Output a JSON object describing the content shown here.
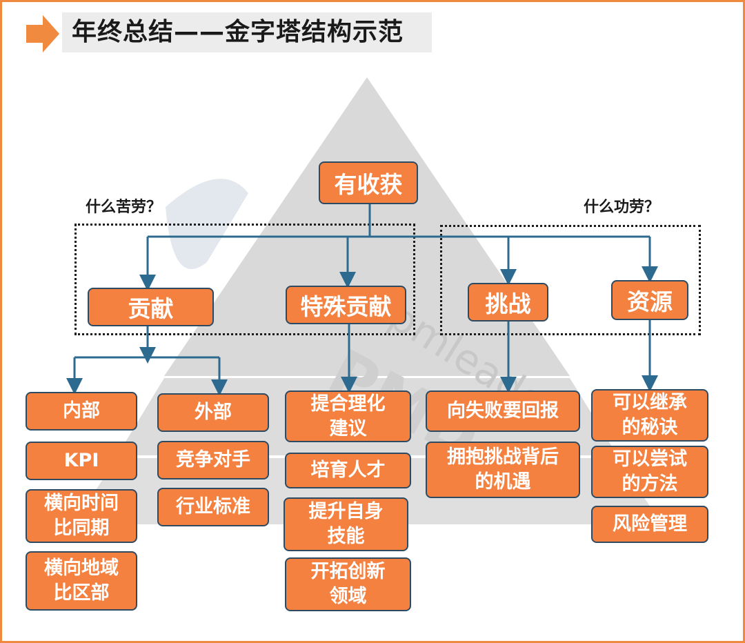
{
  "title": "年终总结——金字塔结构示范",
  "colors": {
    "box_fill": "#f4813f",
    "box_border": "#2d4a63",
    "connector": "#2d6a8f",
    "frame": "#f08a3e",
    "pyramid": "#d9d9d9"
  },
  "watermark": {
    "text_top": "pmleader",
    "text_bottom": "PMD"
  },
  "icons": {
    "title_arrow": "arrow-right-icon"
  },
  "top_node": "有收获",
  "left_question": "什么苦劳？",
  "right_question": "什么功劳？",
  "level2": {
    "contribution": "贡献",
    "special_contribution": "特殊贡献",
    "challenge": "挑战",
    "resources": "资源"
  },
  "contribution_children": {
    "internal": "内部",
    "external": "外部"
  },
  "internal_items": [
    "KPI",
    "横向时间比同期",
    "横向地域比区部"
  ],
  "internal_lines": [
    [
      "KPI"
    ],
    [
      "横向时间",
      "比同期"
    ],
    [
      "横向地域",
      "比区部"
    ]
  ],
  "external_items": [
    "竞争对手",
    "行业标准"
  ],
  "special_items": [
    "提合理化建议",
    "培育人才",
    "提升自身技能",
    "开拓创新领域"
  ],
  "special_lines": [
    [
      "提合理化",
      "建议"
    ],
    [
      "培育人才"
    ],
    [
      "提升自身",
      "技能"
    ],
    [
      "开拓创新",
      "领域"
    ]
  ],
  "challenge_items": [
    "向失败要回报",
    "拥抱挑战背后的机遇"
  ],
  "challenge_lines": [
    [
      "向失败要回报"
    ],
    [
      "拥抱挑战背后",
      "的机遇"
    ]
  ],
  "resource_items": [
    "可以继承的秘诀",
    "可以尝试的方法",
    "风险管理"
  ],
  "resource_lines": [
    [
      "可以继承",
      "的秘诀"
    ],
    [
      "可以尝试",
      "的方法"
    ],
    [
      "风险管理"
    ]
  ]
}
